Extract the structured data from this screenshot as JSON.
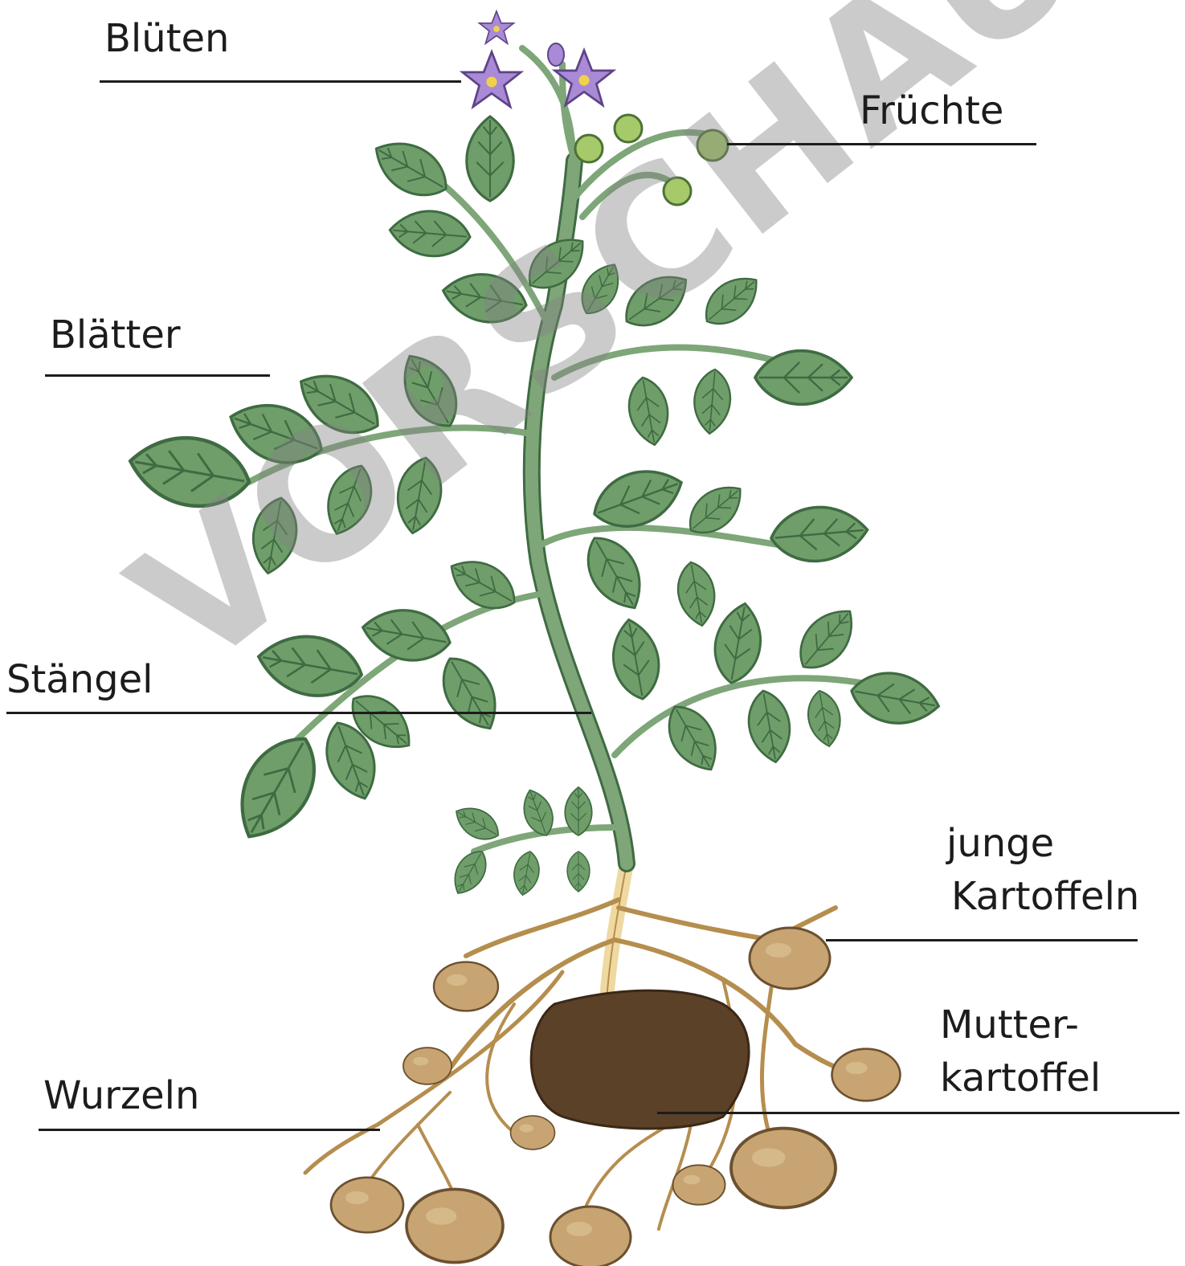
{
  "labels": {
    "bluten": "Blüten",
    "fruchte": "Früchte",
    "blatter": "Blätter",
    "stangel": "Stängel",
    "junge_line1": "junge",
    "junge_line2": "Kartoffeln",
    "mutter_line1": "Mutter-",
    "mutter_line2": "kartoffel",
    "wurzeln": "Wurzeln"
  },
  "watermark": "VORSCHAU",
  "colors": {
    "leaf": "#6f9e6a",
    "leaf_dark": "#3f6b42",
    "stem": "#7ea679",
    "flower": "#a98ad6",
    "fruit": "#a6c96a",
    "root": "#efd9a0",
    "tuber": "#c7a472",
    "mother_tuber": "#5b4128",
    "line": "#1c1c1c"
  }
}
